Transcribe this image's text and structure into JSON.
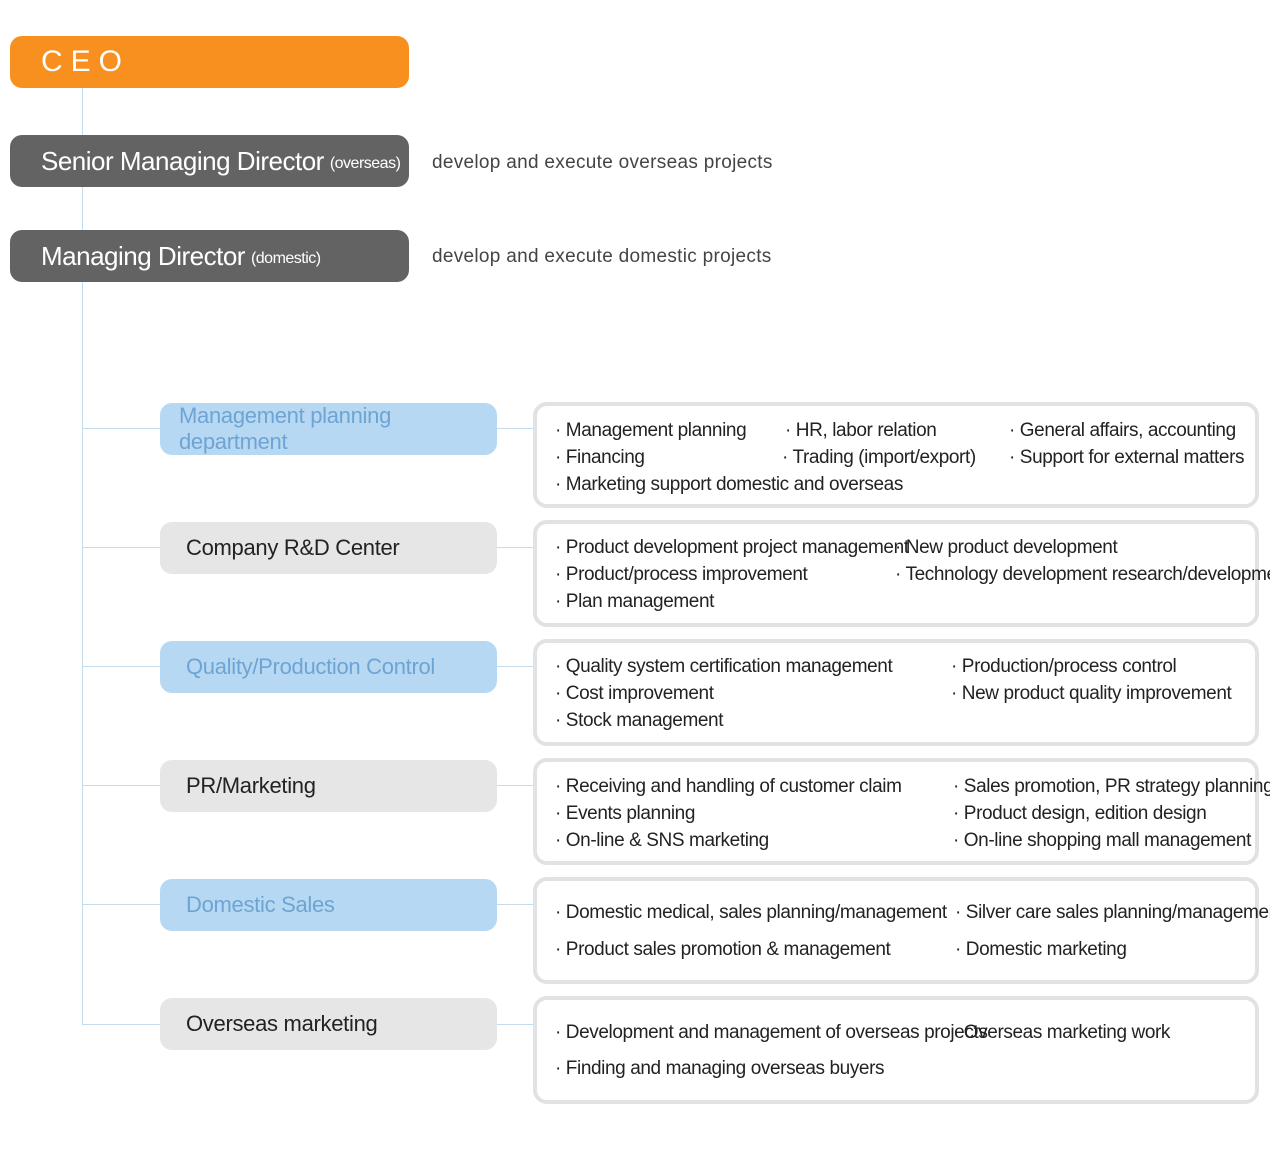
{
  "ceo": {
    "label": "CEO"
  },
  "senior_director": {
    "title": "Senior Managing Director",
    "qualifier": "(overseas)",
    "description": "develop and execute overseas projects"
  },
  "managing_director": {
    "title": "Managing Director",
    "qualifier": "(domestic)",
    "description": "develop and execute domestic projects"
  },
  "departments": [
    {
      "name": "Management planning department",
      "duties": [
        "· Management planning",
        "· HR, labor relation",
        "· General affairs, accounting",
        "· Financing",
        "· Trading (import/export)",
        "· Support for external matters",
        "· Marketing support domestic and overseas"
      ]
    },
    {
      "name": "Company R&D Center",
      "duties": [
        "· Product development project management",
        "· New product development",
        "· Product/process improvement",
        "· Technology development research/development",
        "· Plan management"
      ]
    },
    {
      "name": "Quality/Production Control",
      "duties": [
        "· Quality system certification management",
        "· Production/process control",
        "· Cost improvement",
        "· New product quality improvement",
        "· Stock management"
      ]
    },
    {
      "name": "PR/Marketing",
      "duties": [
        "· Receiving and handling of customer claim",
        "· Sales promotion, PR strategy planning",
        "· Events planning",
        "· Product design, edition design",
        "· On-line & SNS marketing",
        "· On-line shopping mall management"
      ]
    },
    {
      "name": "Domestic Sales",
      "duties": [
        "· Domestic medical, sales planning/management",
        "· Silver care sales planning/management",
        "· Product sales promotion & management",
        "· Domestic marketing"
      ]
    },
    {
      "name": "Overseas marketing",
      "duties": [
        "· Development and management of overseas projects",
        "· Overseas marketing work",
        "· Finding and managing overseas buyers"
      ]
    }
  ]
}
